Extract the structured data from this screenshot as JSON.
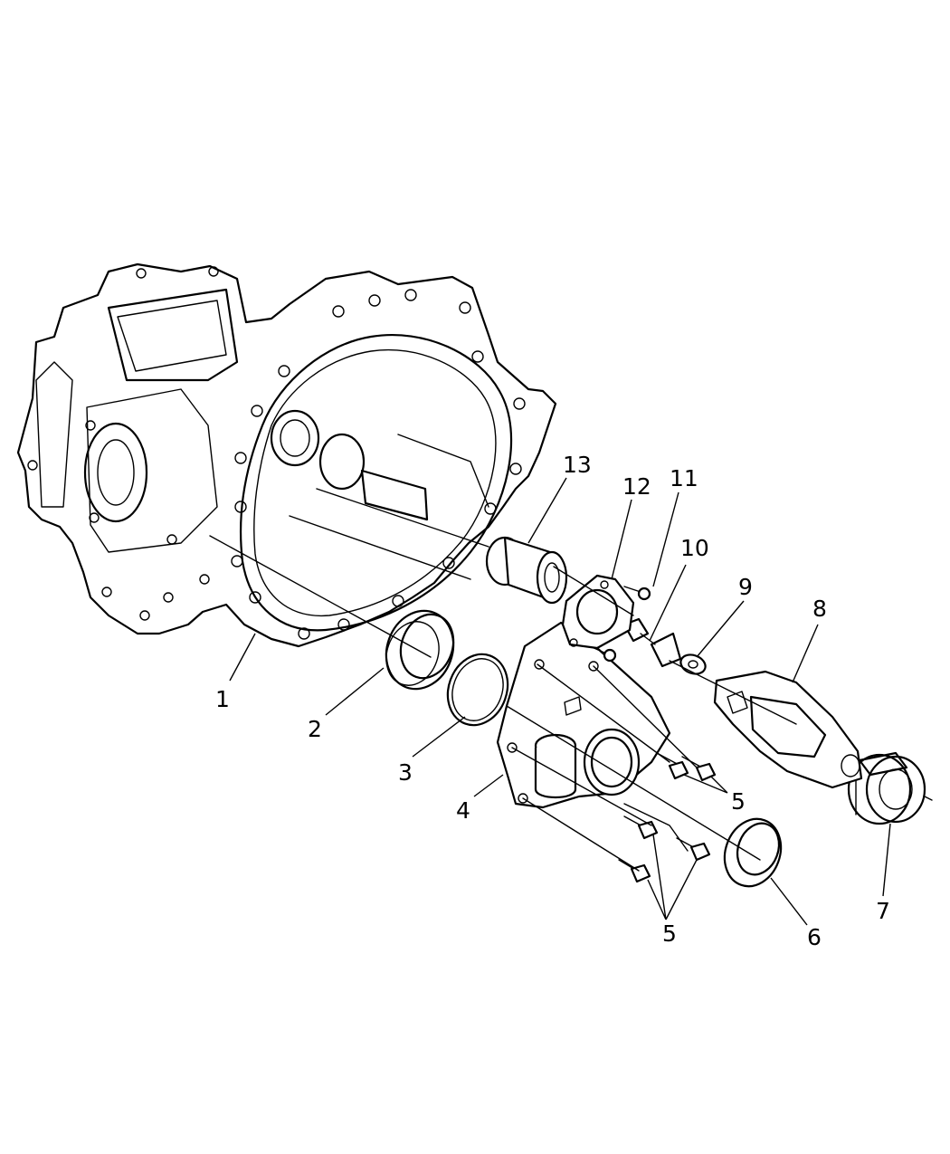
{
  "callouts": [
    {
      "id": "1",
      "label": "1"
    },
    {
      "id": "2",
      "label": "2"
    },
    {
      "id": "3",
      "label": "3"
    },
    {
      "id": "4",
      "label": "4"
    },
    {
      "id": "5a",
      "label": "5"
    },
    {
      "id": "5b",
      "label": "5"
    },
    {
      "id": "6",
      "label": "6"
    },
    {
      "id": "7",
      "label": "7"
    },
    {
      "id": "8",
      "label": "8"
    },
    {
      "id": "9",
      "label": "9"
    },
    {
      "id": "10",
      "label": "10"
    },
    {
      "id": "11",
      "label": "11"
    },
    {
      "id": "12",
      "label": "12"
    },
    {
      "id": "13",
      "label": "13"
    }
  ]
}
